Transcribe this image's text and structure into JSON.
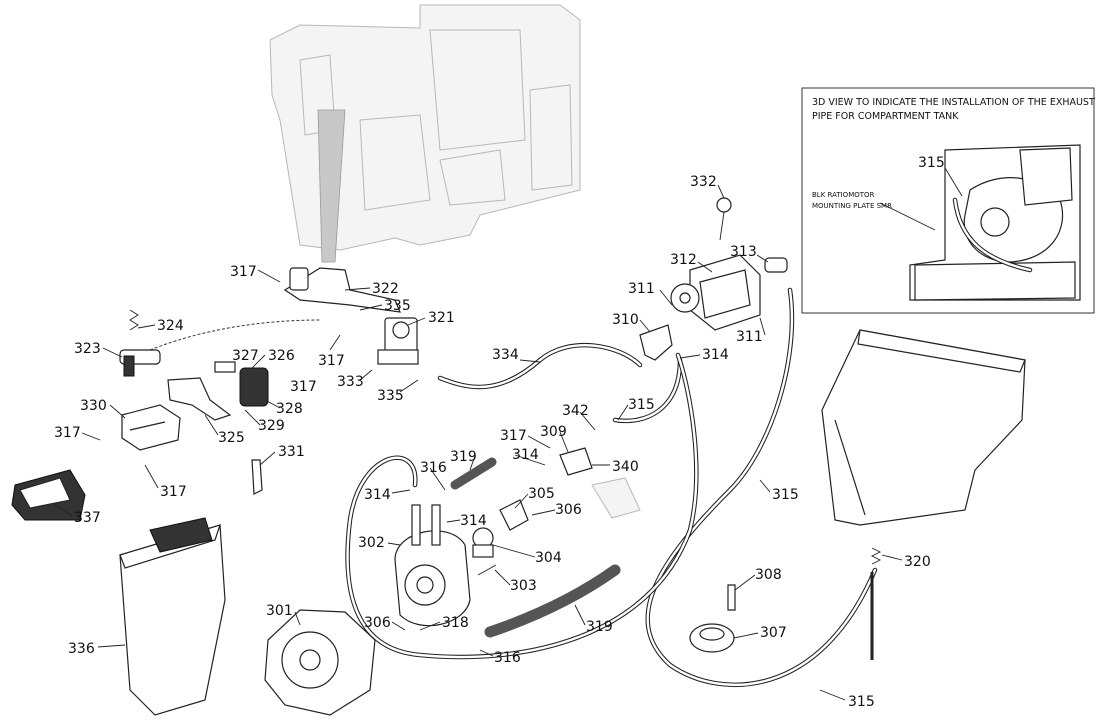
{
  "inset": {
    "title_line1": "3D VIEW TO INDICATE THE INSTALLATION OF THE EXHAUST",
    "title_line2": "PIPE FOR COMPARTMENT TANK",
    "part_label": "315",
    "note_line1": "BLK RATIOMOTOR",
    "note_line2": "MOUNTING PLATE SMR"
  },
  "callouts": [
    {
      "id": "c-317a",
      "label": "317"
    },
    {
      "id": "c-322",
      "label": "322"
    },
    {
      "id": "c-335a",
      "label": "335"
    },
    {
      "id": "c-321",
      "label": "321"
    },
    {
      "id": "c-324",
      "label": "324"
    },
    {
      "id": "c-323",
      "label": "323"
    },
    {
      "id": "c-317b",
      "label": "317"
    },
    {
      "id": "c-327",
      "label": "327"
    },
    {
      "id": "c-326",
      "label": "326"
    },
    {
      "id": "c-317c",
      "label": "317"
    },
    {
      "id": "c-333",
      "label": "333"
    },
    {
      "id": "c-335b",
      "label": "335"
    },
    {
      "id": "c-328",
      "label": "328"
    },
    {
      "id": "c-329",
      "label": "329"
    },
    {
      "id": "c-330",
      "label": "330"
    },
    {
      "id": "c-325",
      "label": "325"
    },
    {
      "id": "c-317d",
      "label": "317"
    },
    {
      "id": "c-331",
      "label": "331"
    },
    {
      "id": "c-317e",
      "label": "317"
    },
    {
      "id": "c-337",
      "label": "337"
    },
    {
      "id": "c-336",
      "label": "336"
    },
    {
      "id": "c-301",
      "label": "301"
    },
    {
      "id": "c-334",
      "label": "334"
    },
    {
      "id": "c-332",
      "label": "332"
    },
    {
      "id": "c-312",
      "label": "312"
    },
    {
      "id": "c-313",
      "label": "313"
    },
    {
      "id": "c-311a",
      "label": "311"
    },
    {
      "id": "c-311b",
      "label": "311"
    },
    {
      "id": "c-310",
      "label": "310"
    },
    {
      "id": "c-314a",
      "label": "314"
    },
    {
      "id": "c-315a",
      "label": "315"
    },
    {
      "id": "c-342",
      "label": "342"
    },
    {
      "id": "c-317f",
      "label": "317"
    },
    {
      "id": "c-309",
      "label": "309"
    },
    {
      "id": "c-314b",
      "label": "314"
    },
    {
      "id": "c-340",
      "label": "340"
    },
    {
      "id": "c-316a",
      "label": "316"
    },
    {
      "id": "c-319a",
      "label": "319"
    },
    {
      "id": "c-314c",
      "label": "314"
    },
    {
      "id": "c-305",
      "label": "305"
    },
    {
      "id": "c-306a",
      "label": "306"
    },
    {
      "id": "c-302",
      "label": "302"
    },
    {
      "id": "c-314d",
      "label": "314"
    },
    {
      "id": "c-304",
      "label": "304"
    },
    {
      "id": "c-303",
      "label": "303"
    },
    {
      "id": "c-315b",
      "label": "315"
    },
    {
      "id": "c-308",
      "label": "308"
    },
    {
      "id": "c-320",
      "label": "320"
    },
    {
      "id": "c-319b",
      "label": "319"
    },
    {
      "id": "c-306b",
      "label": "306"
    },
    {
      "id": "c-318",
      "label": "318"
    },
    {
      "id": "c-307",
      "label": "307"
    },
    {
      "id": "c-316b",
      "label": "316"
    },
    {
      "id": "c-315c",
      "label": "315"
    }
  ]
}
